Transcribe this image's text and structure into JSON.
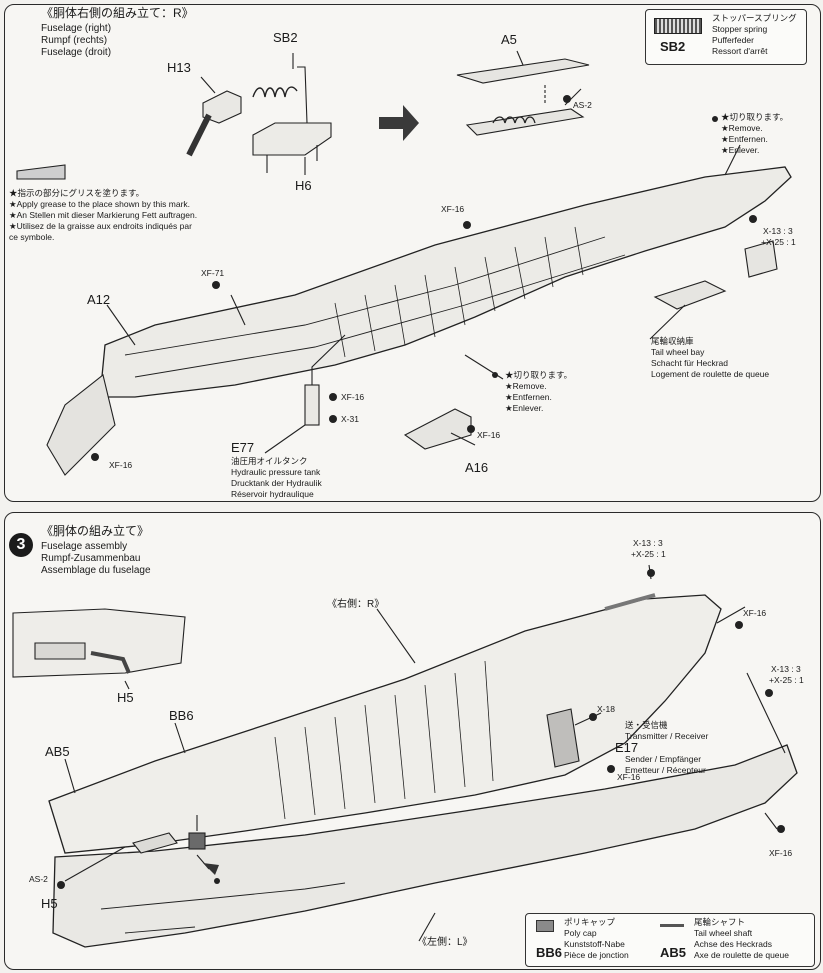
{
  "step2": {
    "heading_jp": "《胴体右側の組み立て：R》",
    "heading_en": "Fuselage (right)",
    "heading_de": "Rumpf (rechts)",
    "heading_fr": "Fuselage (droit)",
    "spring_legend": {
      "code": "SB2",
      "jp": "ストッパースプリング",
      "en": "Stopper spring",
      "de": "Pufferfeder",
      "fr": "Ressort d'arrêt"
    },
    "grease_note": [
      "★指示の部分にグリスを塗ります。",
      "★Apply grease to the place shown by this mark.",
      "★An Stellen mit dieser Markierung Fett auftragen.",
      "★Utilisez de la graisse aux endroits indiqués par",
      "ce symbole."
    ],
    "remove_note_top": [
      "★切り取ります。",
      "★Remove.",
      "★Entfernen.",
      "★Enlever."
    ],
    "remove_note_mid": [
      "★切り取ります。",
      "★Remove.",
      "★Entfernen.",
      "★Enlever."
    ],
    "parts": {
      "sb2": "SB2",
      "h13": "H13",
      "h6": "H6",
      "a5": "A5",
      "as2": "AS-2",
      "a12": "A12",
      "a16": "A16",
      "e77": "E77"
    },
    "paints": {
      "xf16_a": "XF-16",
      "xf16_b": "XF-16",
      "xf16_c": "XF-16",
      "xf16_d": "XF-16",
      "xf71": "XF-71",
      "x31": "X-31",
      "mix_line1": "X-13 : 3",
      "mix_line2": "+X-25 : 1"
    },
    "tail_bay": [
      "尾輪収納庫",
      "Tail wheel bay",
      "Schacht für Heckrad",
      "Logement de roulette de queue"
    ],
    "tank": [
      "油圧用オイルタンク",
      "Hydraulic pressure tank",
      "Drucktank der Hydraulik",
      "Réservoir hydraulique"
    ]
  },
  "step3": {
    "number": "3",
    "heading_jp": "《胴体の組み立て》",
    "heading_en": "Fuselage assembly",
    "heading_de": "Rumpf-Zusammenbau",
    "heading_fr": "Assemblage du fuselage",
    "right_side": "《右側：R》",
    "left_side": "《左側：L》",
    "parts": {
      "h5_a": "H5",
      "h5_b": "H5",
      "bb6": "BB6",
      "ab5": "AB5",
      "e17": "E17",
      "as2": "AS-2"
    },
    "paints": {
      "mix_top_1": "X-13 : 3",
      "mix_top_2": "+X-25 : 1",
      "xf16_top": "XF-16",
      "mix_mid_1": "X-13 : 3",
      "mix_mid_2": "+X-25 : 1",
      "x18": "X-18",
      "xf16_mid": "XF-16",
      "xf16_bottom": "XF-16"
    },
    "transmitter": [
      "送・受信機",
      "Transmitter / Receiver",
      "Sender / Empfänger",
      "Emetteur / Récepteur"
    ],
    "legend_polycap": {
      "code": "BB6",
      "jp": "ポリキャップ",
      "en": "Poly cap",
      "de": "Kunststoff-Nabe",
      "fr": "Pièce de jonction"
    },
    "legend_shaft": {
      "code": "AB5",
      "jp": "尾輪シャフト",
      "en": "Tail wheel shaft",
      "de": "Achse des Heckrads",
      "fr": "Axe de roulette de queue"
    }
  }
}
